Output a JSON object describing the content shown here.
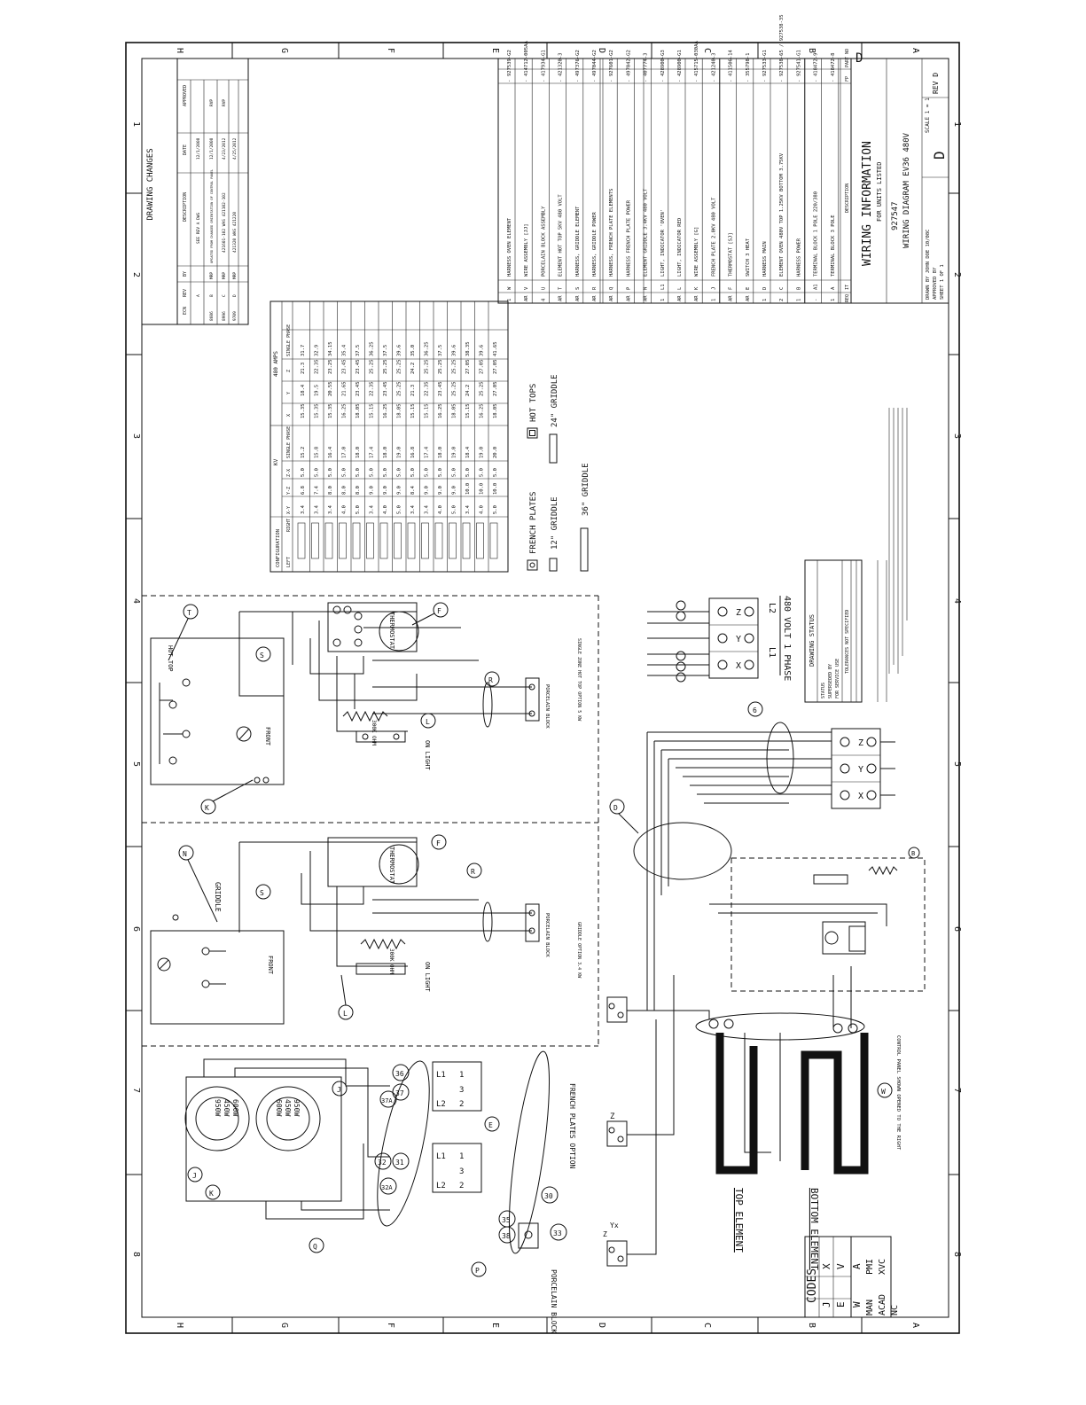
{
  "border": {
    "cols_top": [
      "H",
      "G",
      "F",
      "E",
      "D",
      "C",
      "B",
      "A"
    ],
    "rows_left": [
      "8",
      "7",
      "6",
      "5",
      "4",
      "3",
      "2",
      "1"
    ]
  },
  "revisions": {
    "title": "DRAWING CHANGES",
    "header": [
      "ECN",
      "REV",
      "BY",
      "DESCRIPTION",
      "DATE",
      "APPROVED"
    ],
    "rows": [
      [
        "",
        "A",
        "",
        "SEE REV A DWG",
        "12/1/2008",
        ""
      ],
      [
        "8606",
        "B",
        "MRP",
        "UPDATED FROM CHANGED ORIENTATION OF CONTROL PANEL",
        "12/1/2008",
        "RVP"
      ],
      [
        "8996",
        "C",
        "MRP",
        "421601-102 WAS 421102-102",
        "4/23/2012",
        "RVP"
      ],
      [
        "9709",
        "D",
        "MRP",
        "421320 WAS 421220",
        "4/25/2012",
        ""
      ]
    ]
  },
  "config_table": {
    "title_kw": "KV",
    "title_amps": "480 AMPS",
    "header": [
      "CONFIGURATION",
      "X-Y",
      "Y-Z",
      "Z-X",
      "SINGLE PHASE",
      "X",
      "Y",
      "Z",
      "SINGLE PHASE"
    ],
    "sub_left": "LEFT",
    "sub_right": "RIGHT",
    "rows": [
      [
        "3.4",
        "6.8",
        "5.0",
        "15.2",
        "15.35",
        "18.4",
        "21.3",
        "31.7"
      ],
      [
        "3.4",
        "7.4",
        "5.0",
        "15.8",
        "15.35",
        "19.5",
        "22.35",
        "32.9"
      ],
      [
        "3.4",
        "8.0",
        "5.0",
        "16.4",
        "15.35",
        "20.55",
        "23.25",
        "34.15"
      ],
      [
        "4.0",
        "8.0",
        "5.0",
        "17.0",
        "16.25",
        "21.65",
        "23.45",
        "35.4"
      ],
      [
        "5.0",
        "8.0",
        "5.0",
        "18.0",
        "18.05",
        "23.45",
        "23.45",
        "37.5"
      ],
      [
        "3.4",
        "9.0",
        "5.0",
        "17.4",
        "15.15",
        "22.35",
        "25.25",
        "36.25"
      ],
      [
        "4.0",
        "9.0",
        "5.0",
        "18.0",
        "16.25",
        "23.45",
        "25.25",
        "37.5"
      ],
      [
        "5.0",
        "9.0",
        "5.0",
        "19.0",
        "18.05",
        "25.25",
        "25.25",
        "39.6"
      ],
      [
        "3.4",
        "8.4",
        "5.0",
        "16.8",
        "15.15",
        "21.3",
        "24.2",
        "35.0"
      ],
      [
        "3.4",
        "9.0",
        "5.0",
        "17.4",
        "15.15",
        "22.35",
        "25.25",
        "36.25"
      ],
      [
        "4.0",
        "9.0",
        "5.0",
        "18.0",
        "16.25",
        "23.45",
        "25.25",
        "37.5"
      ],
      [
        "5.0",
        "9.0",
        "5.0",
        "19.0",
        "18.05",
        "25.25",
        "25.25",
        "39.6"
      ],
      [
        "3.4",
        "10.0",
        "5.0",
        "18.4",
        "15.15",
        "24.2",
        "27.05",
        "38.35"
      ],
      [
        "4.0",
        "10.0",
        "5.0",
        "19.0",
        "16.25",
        "25.25",
        "27.05",
        "39.6"
      ],
      [
        "5.0",
        "10.0",
        "5.0",
        "20.0",
        "18.05",
        "27.05",
        "27.05",
        "41.65"
      ]
    ]
  },
  "legend": {
    "french_plates": "FRENCH PLATES",
    "hot_tops": "HOT TOPS",
    "griddle_12": "12\" GRIDDLE",
    "griddle_24": "24\" GRIDDLE",
    "griddle_36": "36\" GRIDDLE"
  },
  "parts": {
    "col_req": "REQ",
    "col_it": "IT",
    "col_desc": "DESCRIPTION",
    "col_fp": "FP",
    "col_part": "PART NO",
    "rows": [
      [
        "1",
        "W",
        "HARNESS OVEN ELEMENT",
        "-",
        "927539-G2"
      ],
      [
        "AR",
        "V",
        "WIRE ASSEMBLY [JJ]",
        "-",
        "414712-005AA"
      ],
      [
        "4",
        "U",
        "PORCELAIN BLOCK ASSEMBLY",
        "-",
        "417934-G1"
      ],
      [
        "AR",
        "T",
        "ELEMENT HOT TOP 5KV 480 VOLT",
        "-",
        "421320-3"
      ],
      [
        "AR",
        "S",
        "HARNESS, GRIDDLE ELEMENT",
        "-",
        "497376-G2"
      ],
      [
        "AR",
        "R",
        "HARNESS, GRIDDLE POWER",
        "-",
        "497044-G2"
      ],
      [
        "AR",
        "Q",
        "HARNESS, FRENCH PLATE ELEMENTS",
        "-",
        "927601-G2"
      ],
      [
        "AR",
        "P",
        "HARNESS FRENCH PLATE POWER",
        "-",
        "497042-G2"
      ],
      [
        "AR",
        "N",
        "ELEMENT GRIDDLE 3.4KV 480 VOLT",
        "-",
        "407774-3"
      ],
      [
        "1",
        "L1",
        "LIGHT, INDICATOR 'OVEN'",
        "-",
        "428900-G3"
      ],
      [
        "AR",
        "L",
        "LIGHT, INDICATOR RED",
        "-",
        "428900-G1"
      ],
      [
        "AR",
        "K",
        "WIRE ASSEMBLY [G]",
        "-",
        "415715-030AA"
      ],
      [
        "1",
        "J",
        "FRENCH PLATE 2.0KV 480 VOLT",
        "-",
        "421240-3"
      ],
      [
        "AR",
        "F",
        "THERMOSTAT [SJ]",
        "-",
        "411506-14"
      ],
      [
        "AR",
        "E",
        "SWITCH 3 HEAT",
        "-",
        "355798-1"
      ],
      [
        "1",
        "D",
        "HARNESS MAIN",
        "-",
        "927533-G1"
      ],
      [
        "2",
        "C",
        "ELEMENT OVEN 480V  TOP 1.25KV  BOTTOM 3.75KV",
        "-",
        "927538-65 / 927538-35"
      ],
      [
        "1",
        "B",
        "HARNESS POWER",
        "-",
        "927541-G1"
      ],
      [
        "-",
        "A1",
        "TERMINAL BLOCK 1 POLE 220/380",
        "-",
        "418472-9"
      ],
      [
        "1",
        "A",
        "TERMINAL BLOCK 3 POLE",
        "-",
        "418472-8"
      ]
    ]
  },
  "title_block": {
    "title": "WIRING INFORMATION",
    "subtitle": "FOR UNITS LISTED",
    "number": "927547",
    "name": "WIRING DIAGRAM EV36 480V",
    "drawn_by": "DRAWN BY JOHN DOE 10/08C",
    "approved_by": "APPROVED BY",
    "sheet": "SHEET 1 OF 1",
    "scale": "SCALE 1 = 1",
    "rev": "REV D",
    "size": "D"
  },
  "drawing_status": {
    "title": "DRAWING STATUS",
    "status": "STATUS",
    "superseded": "SUPERSEDED BY",
    "service": "FOR SERVICE USE",
    "tolerances": "TOLERANCES NOT SPECIFIED"
  },
  "codes": {
    "title": "CODES",
    "rows": [
      [
        "J",
        "X"
      ],
      [
        "E",
        "V"
      ],
      [
        "W",
        "A"
      ]
    ],
    "man": "MAN",
    "pmi": "PMI",
    "acad": "ACAD",
    "xvc": "XVC",
    "nc": "NC"
  },
  "labels": {
    "hot_top": "HOT TOP",
    "front": "FRONT",
    "griddle": "GRIDDLE",
    "thermostat": "THERMOSTAT",
    "ohm": "300K OHM",
    "on_light": "ON LIGHT",
    "porcelain_block": "PORCELAIN BLOCK",
    "hot_top_option": "SINGLE ZONE HOT TOP OPTION 5 KW",
    "griddle_option": "GRIDDLE OPTION 3.4 KW",
    "french_option": "FRENCH PLATES OPTION",
    "w950": "950W",
    "w450": "450W",
    "w600": "600W",
    "top_element": "TOP ELEMENT",
    "bottom_element": "BOTTOM ELEMENT",
    "control_panel": "CONTROL PANEL SHOWN OPENED TO THE RIGHT",
    "phase": "480 VOLT 1 PHASE",
    "l1": "L1",
    "l2": "L2"
  }
}
